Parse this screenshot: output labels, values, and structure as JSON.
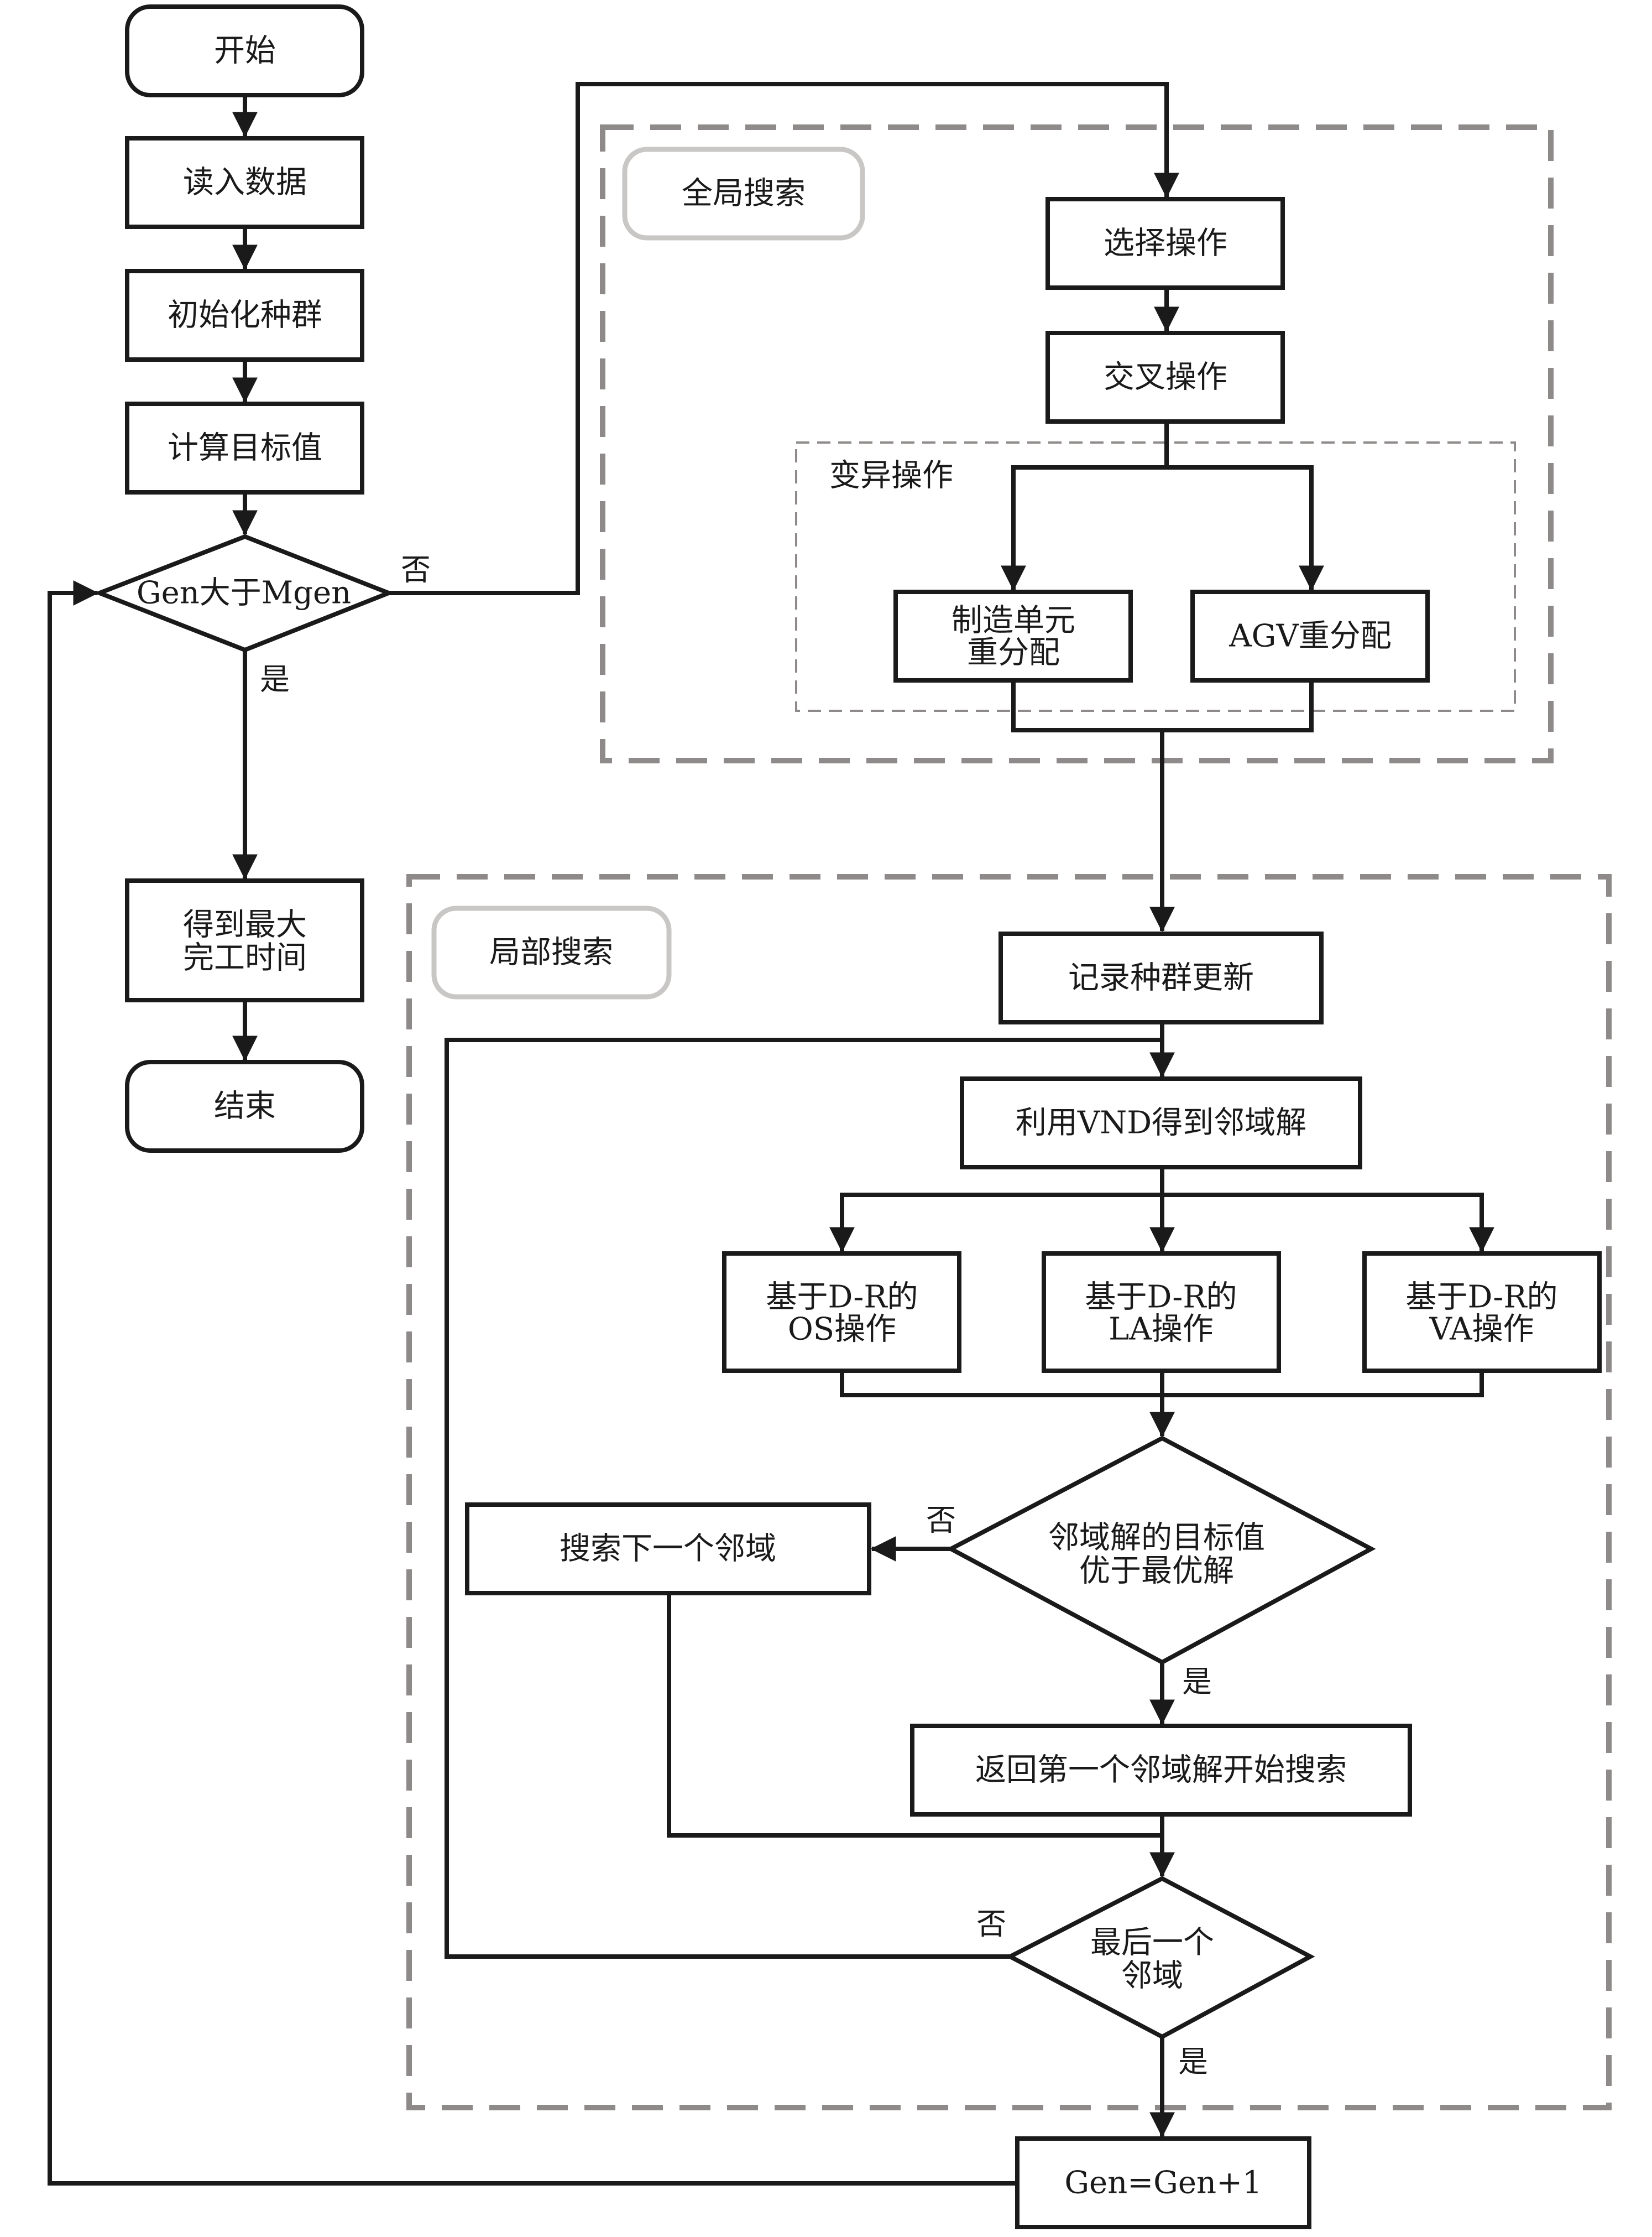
{
  "flow": {
    "start": "开始",
    "read_data": "读入数据",
    "init_population": "初始化种群",
    "calc_objective": "计算目标值",
    "gen_check": "Gen大于Mgen",
    "no_1": "否",
    "yes_1": "是",
    "get_makespan": [
      "得到最大",
      "完工时间"
    ],
    "end": "结束",
    "gen_increment": "Gen=Gen+1"
  },
  "global_search": {
    "title": "全局搜索",
    "selection": "选择操作",
    "crossover": "交叉操作",
    "mutation_title": "变异操作",
    "cell_reassign": [
      "制造单元",
      "重分配"
    ],
    "agv_reassign": "AGV重分配"
  },
  "local_search": {
    "title": "局部搜索",
    "record_update": "记录种群更新",
    "vnd": "利用VND得到邻域解",
    "os_op": [
      "基于D-R的",
      "OS操作"
    ],
    "la_op": [
      "基于D-R的",
      "LA操作"
    ],
    "va_op": [
      "基于D-R的",
      "VA操作"
    ],
    "better_check": [
      "邻域解的目标值",
      "优于最优解"
    ],
    "no_2": "否",
    "yes_2": "是",
    "next_neighbor": "搜索下一个邻域",
    "restart": "返回第一个邻域解开始搜索",
    "last_check": [
      "最后一个",
      "邻域"
    ],
    "no_3": "否",
    "yes_3": "是"
  }
}
